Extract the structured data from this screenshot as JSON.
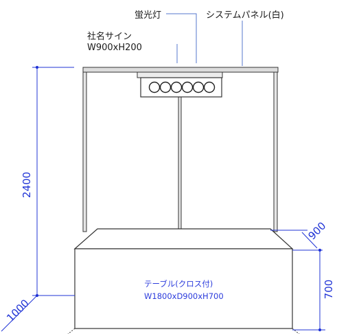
{
  "labels": {
    "fluorescent_light": "蛍光灯",
    "system_panel": "システムパネル(白)",
    "sign_name": "社名サイン",
    "sign_size": "W900xH200",
    "table_name": "テーブル(クロス付)",
    "table_size": "W1800xD900xH700"
  },
  "dimensions": {
    "height": "2400",
    "depth": "900",
    "table_height": "700",
    "width": "1000"
  },
  "colors": {
    "dimension": "#1f33d6",
    "line": "#333333",
    "panel_fill": "#dddddd",
    "annotation": "#5577cc"
  },
  "icons": {
    "light_bulbs": [
      "light-bulb-icon",
      "light-bulb-icon",
      "light-bulb-icon",
      "light-bulb-icon",
      "light-bulb-icon",
      "light-bulb-icon"
    ]
  }
}
